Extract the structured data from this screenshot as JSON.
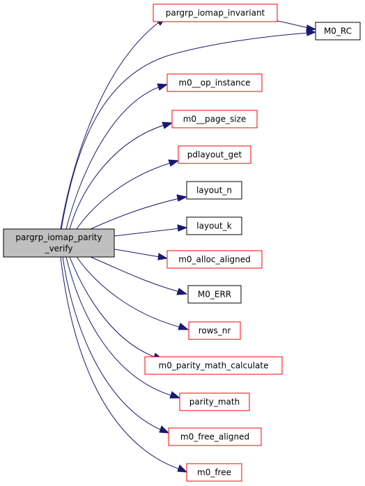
{
  "root": {
    "label_line1": "pargrp_iomap_parity",
    "label_line2": "_verify"
  },
  "nodes": [
    {
      "key": "n_invariant",
      "label": "pargrp_iomap_invariant",
      "border": "red"
    },
    {
      "key": "n_m0rc",
      "label": "M0_RC",
      "border": "black"
    },
    {
      "key": "n_op_instance",
      "label": "m0__op_instance",
      "border": "red"
    },
    {
      "key": "n_page_size",
      "label": "m0__page_size",
      "border": "red"
    },
    {
      "key": "n_pdlayout_get",
      "label": "pdlayout_get",
      "border": "red"
    },
    {
      "key": "n_layout_n",
      "label": "layout_n",
      "border": "black"
    },
    {
      "key": "n_layout_k",
      "label": "layout_k",
      "border": "black"
    },
    {
      "key": "n_alloc_aligned",
      "label": "m0_alloc_aligned",
      "border": "red"
    },
    {
      "key": "n_m0_err",
      "label": "M0_ERR",
      "border": "black"
    },
    {
      "key": "n_rows_nr",
      "label": "rows_nr",
      "border": "red"
    },
    {
      "key": "n_parity_calc",
      "label": "m0_parity_math_calculate",
      "border": "red"
    },
    {
      "key": "n_parity_math",
      "label": "parity_math",
      "border": "red"
    },
    {
      "key": "n_free_aligned",
      "label": "m0_free_aligned",
      "border": "red"
    },
    {
      "key": "n_free",
      "label": "m0_free",
      "border": "red"
    }
  ],
  "edges": [
    {
      "from": "root",
      "to": "n_invariant"
    },
    {
      "from": "root",
      "to": "n_m0rc"
    },
    {
      "from": "n_invariant",
      "to": "n_m0rc"
    },
    {
      "from": "root",
      "to": "n_op_instance"
    },
    {
      "from": "root",
      "to": "n_page_size"
    },
    {
      "from": "root",
      "to": "n_pdlayout_get"
    },
    {
      "from": "root",
      "to": "n_layout_n"
    },
    {
      "from": "root",
      "to": "n_layout_k"
    },
    {
      "from": "root",
      "to": "n_alloc_aligned"
    },
    {
      "from": "root",
      "to": "n_m0_err"
    },
    {
      "from": "root",
      "to": "n_rows_nr"
    },
    {
      "from": "root",
      "to": "n_parity_calc"
    },
    {
      "from": "root",
      "to": "n_parity_math"
    },
    {
      "from": "root",
      "to": "n_free_aligned"
    },
    {
      "from": "root",
      "to": "n_free"
    }
  ],
  "colors": {
    "root_fill": "#bfbfbf",
    "edge": "#191970",
    "red_border": "#ff0000",
    "black_border": "#000000"
  }
}
